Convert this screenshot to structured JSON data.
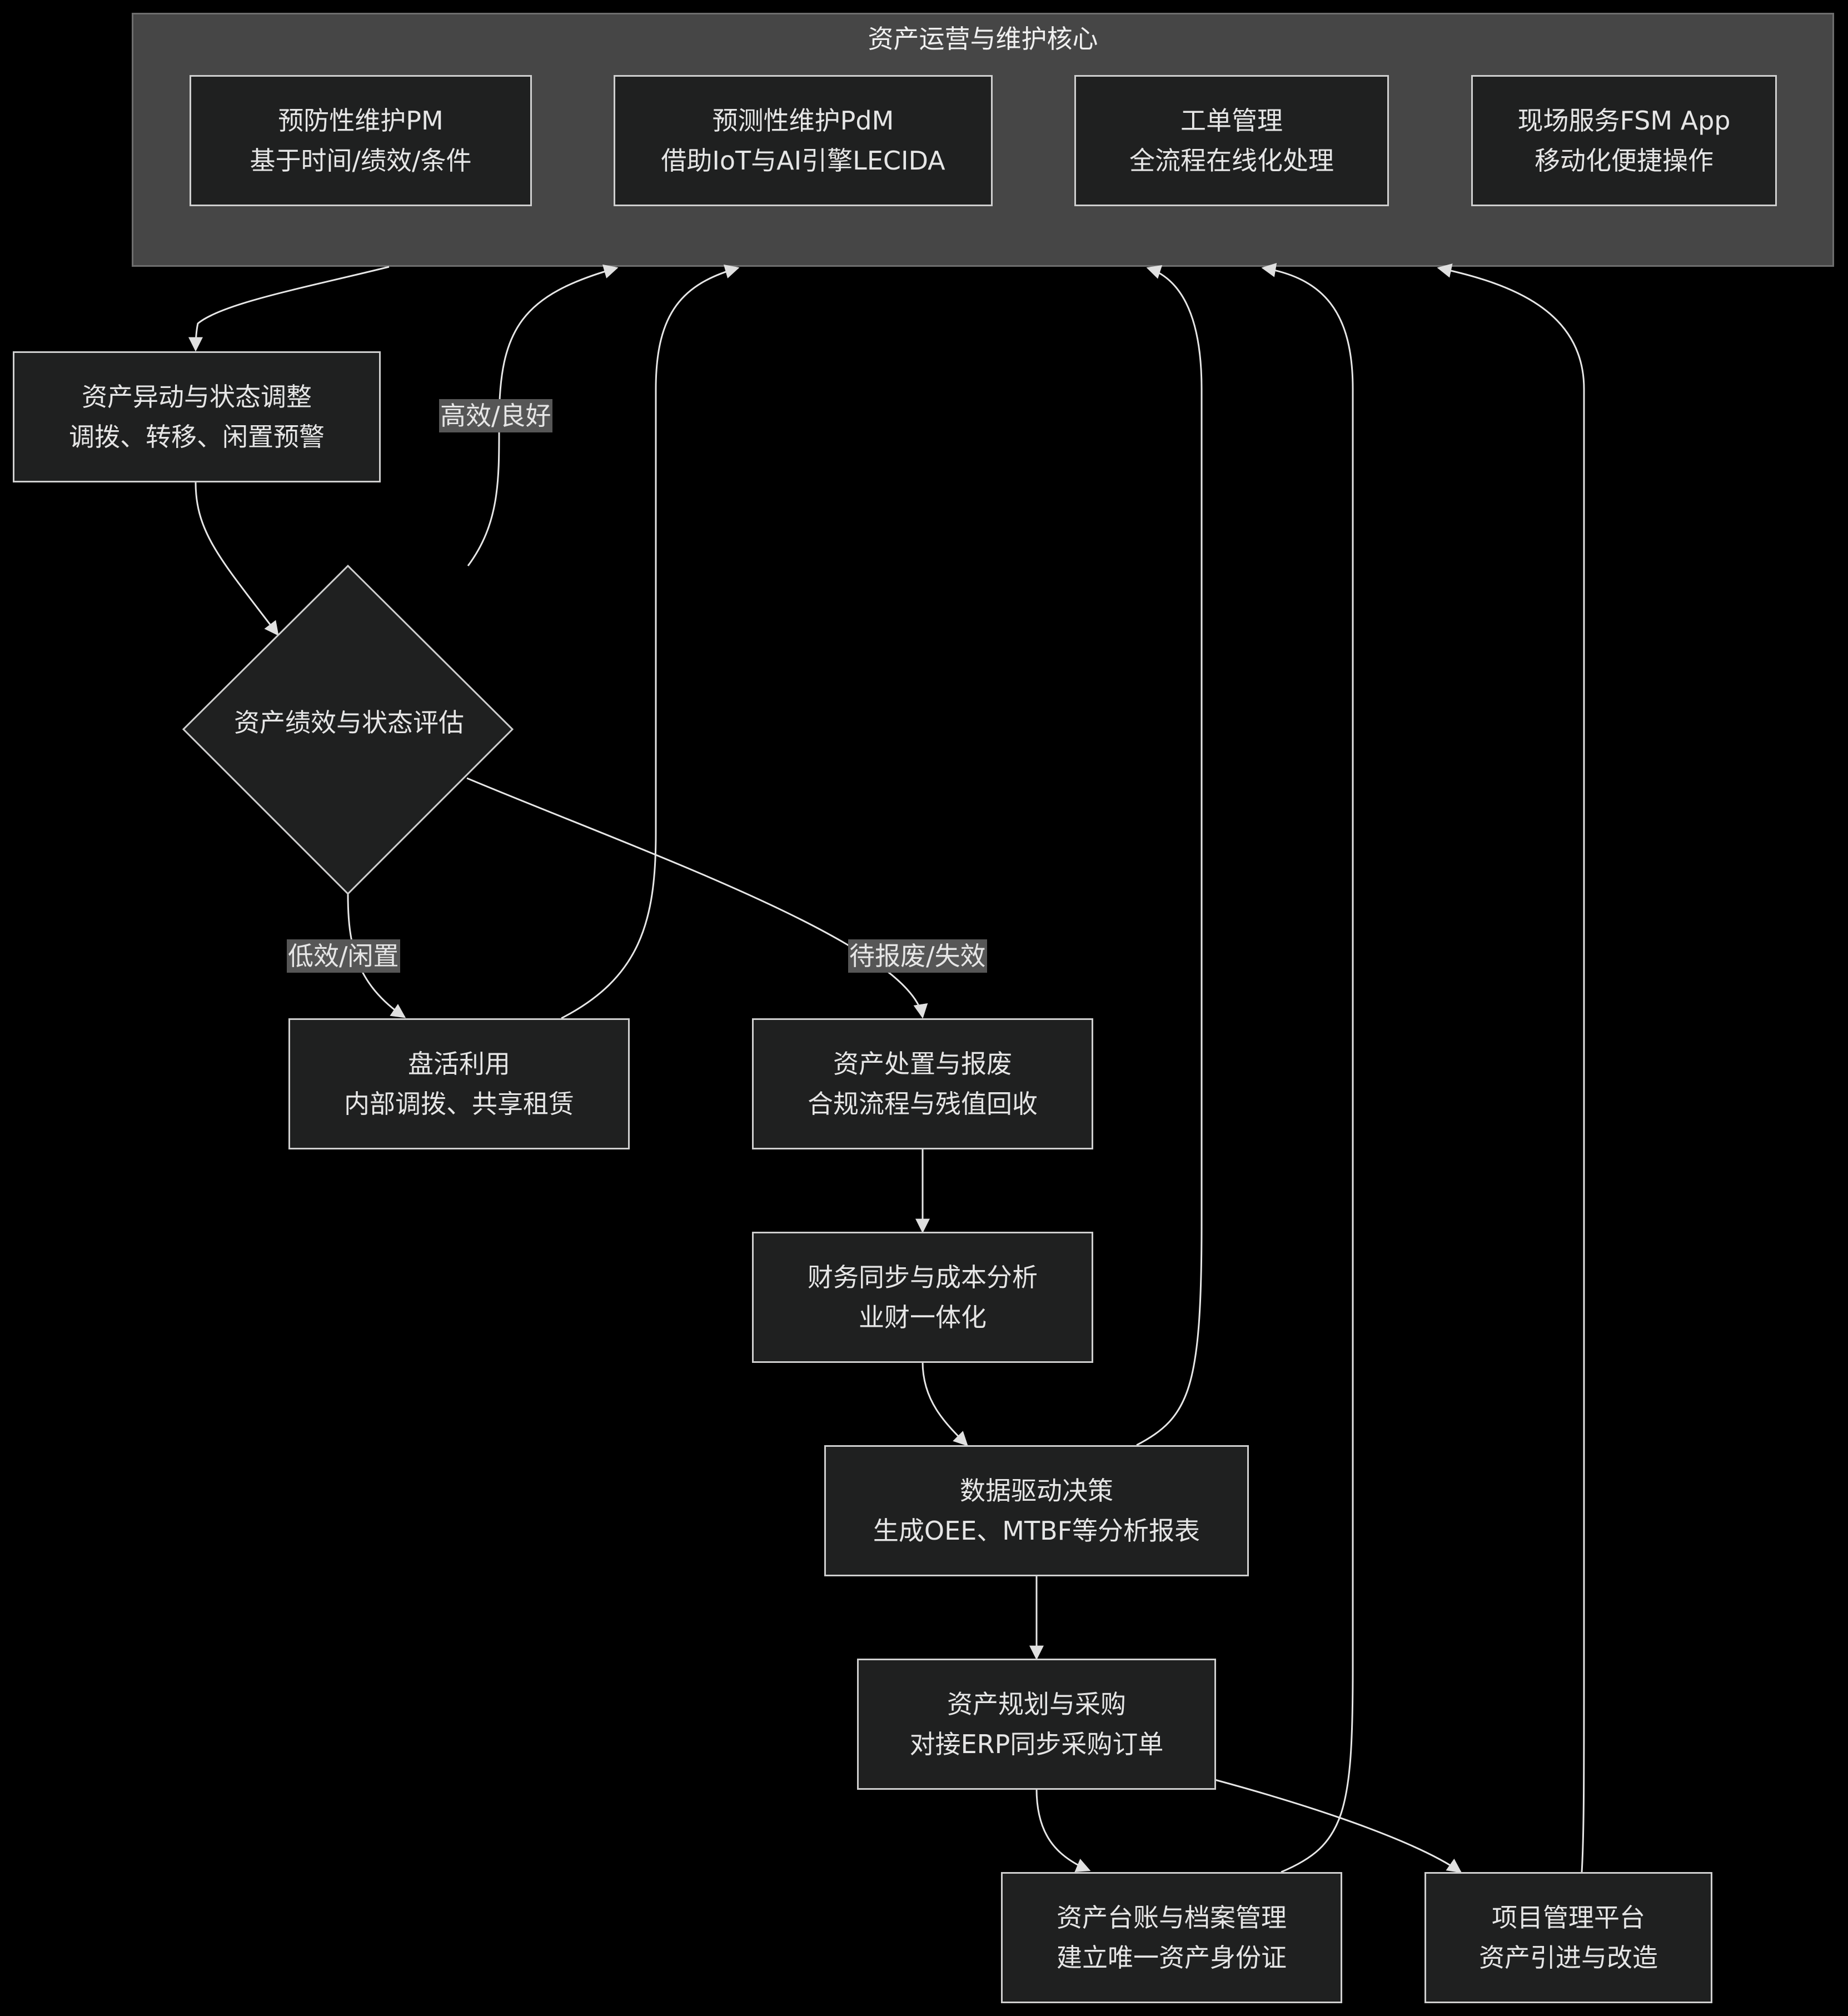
{
  "cluster": {
    "title": "资产运营与维护核心"
  },
  "nodes": {
    "pm": {
      "line1": "预防性维护PM",
      "line2": "基于时间/绩效/条件"
    },
    "pdm": {
      "line1": "预测性维护PdM",
      "line2": "借助IoT与AI引擎LECIDA"
    },
    "wo": {
      "line1": "工单管理",
      "line2": "全流程在线化处理"
    },
    "fsm": {
      "line1": "现场服务FSM App",
      "line2": "移动化便捷操作"
    },
    "change": {
      "line1": "资产异动与状态调整",
      "line2": "调拨、转移、闲置预警"
    },
    "eval": {
      "line1": "资产绩效与状态评估"
    },
    "reuse": {
      "line1": "盘活利用",
      "line2": "内部调拨、共享租赁"
    },
    "dispose": {
      "line1": "资产处置与报废",
      "line2": "合规流程与残值回收"
    },
    "finance": {
      "line1": "财务同步与成本分析",
      "line2": "业财一体化"
    },
    "decision": {
      "line1": "数据驱动决策",
      "line2": "生成OEE、MTBF等分析报表"
    },
    "plan": {
      "line1": "资产规划与采购",
      "line2": "对接ERP同步采购订单"
    },
    "ledger": {
      "line1": "资产台账与档案管理",
      "line2": "建立唯一资产身份证"
    },
    "project": {
      "line1": "项目管理平台",
      "line2": "资产引进与改造"
    }
  },
  "edge_labels": {
    "good": "高效/良好",
    "idle": "低效/闲置",
    "scrap": "待报废/失效"
  }
}
